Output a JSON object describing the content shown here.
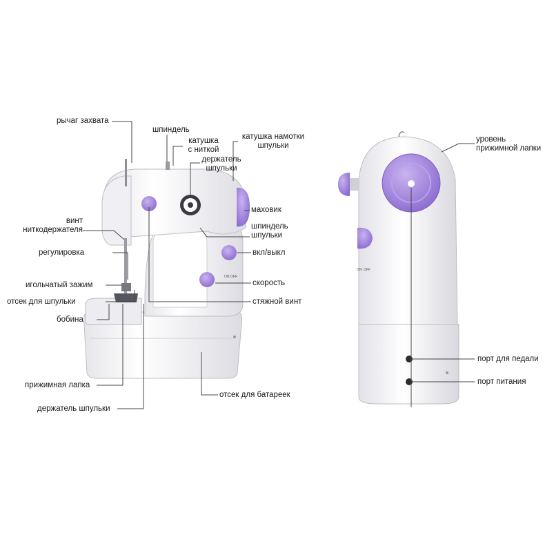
{
  "labels": {
    "catch_lever": "рычаг захвата",
    "spindle": "шпиндель",
    "thread_spool": [
      "катушка",
      "с ниткой"
    ],
    "bobbin_winder_spool": [
      "катушка намотки",
      "шпульки"
    ],
    "bobbin_holder_top": [
      "держатель",
      "шпульки"
    ],
    "thread_holder_screw": [
      "винт",
      "ниткодержателя"
    ],
    "handwheel": "маховик",
    "bobbin_spindle": [
      "шпиндель",
      "шпульки"
    ],
    "adjustment": "регулировка",
    "on_off": "вкл/выкл",
    "needle_clamp": "игольчатый зажим",
    "speed": "скорость",
    "bobbin_compartment": "отсек для шпульки",
    "tension_screw": "стяжной винт",
    "bobbin": "бобина",
    "presser_foot": "прижимная лапка",
    "battery_compartment": "отсек для батареек",
    "bobbin_holder_bottom": "держатель шпульки",
    "presser_foot_level": [
      "уровень",
      "прижимной лапки"
    ],
    "pedal_port": "порт для педали",
    "power_port": "порт питания"
  },
  "switch_text": {
    "on": "ON",
    "off": "OFF"
  },
  "colors": {
    "body": "#f4f4f6",
    "accent": "#9b7fd8",
    "accent_dark": "#7a5cc0",
    "line": "#444444"
  }
}
